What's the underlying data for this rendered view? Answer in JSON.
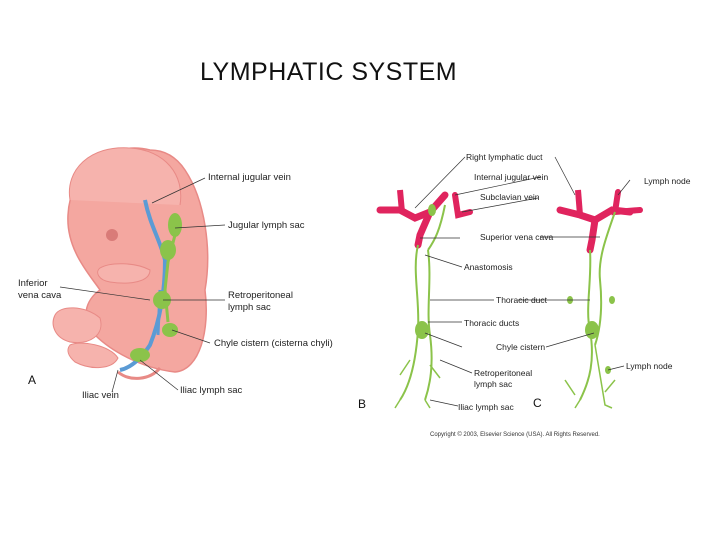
{
  "title": "LYMPHATIC SYSTEM",
  "panels": {
    "a": "A",
    "b": "B",
    "c": "C"
  },
  "panel_a": {
    "labels": {
      "internal_jugular_vein": "Internal jugular vein",
      "jugular_lymph_sac": "Jugular lymph sac",
      "inferior_vena_cava_1": "Inferior",
      "inferior_vena_cava_2": "vena cava",
      "retroperitoneal_1": "Retroperitoneal",
      "retroperitoneal_2": "lymph sac",
      "chyle_cistern": "Chyle cistern (cisterna chyli)",
      "iliac_lymph_sac": "Iliac lymph sac",
      "iliac_vein": "Iliac vein"
    }
  },
  "panel_bc": {
    "labels": {
      "right_lymphatic_duct": "Right lymphatic duct",
      "internal_jugular_vein": "Internal jugular vein",
      "lymph_node_top": "Lymph node",
      "subclavian_vein": "Subclavian vein",
      "superior_vena_cava": "Superior vena cava",
      "anastomosis": "Anastomosis",
      "thoracic_duct": "Thoracic duct",
      "thoracic_ducts": "Thoracic ducts",
      "chyle_cistern": "Chyle cistern",
      "lymph_node_bottom": "Lymph node",
      "retroperitoneal_1": "Retroperitoneal",
      "retroperitoneal_2": "lymph sac",
      "iliac_lymph_sac": "Iliac lymph sac"
    }
  },
  "copyright": "Copyright © 2003, Elsevier Science (USA). All Rights Reserved.",
  "colors": {
    "embryo": "#f4a7a0",
    "embryo_dark": "#e88a86",
    "lymph": "#8bc34a",
    "vein_blue": "#5b9bd5",
    "vein_red": "#e0245e"
  }
}
